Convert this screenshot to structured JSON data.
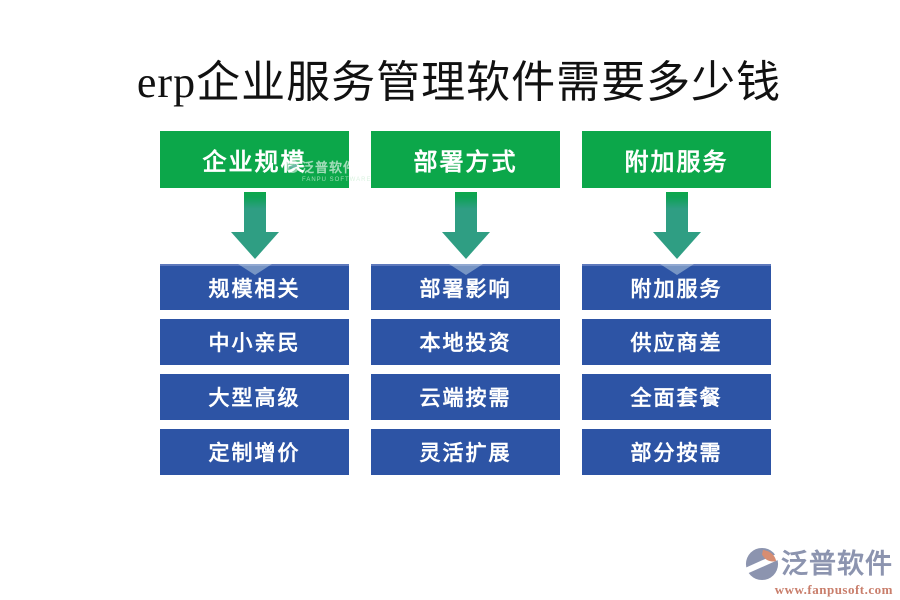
{
  "title": "erp企业服务管理软件需要多少钱",
  "columns": [
    {
      "header": "企业规模",
      "items": [
        "规模相关",
        "中小亲民",
        "大型高级",
        "定制增价"
      ]
    },
    {
      "header": "部署方式",
      "items": [
        "部署影响",
        "本地投资",
        "云端按需",
        "灵活扩展"
      ]
    },
    {
      "header": "附加服务",
      "items": [
        "附加服务",
        "供应商差",
        "全面套餐",
        "部分按需"
      ]
    }
  ],
  "watermark": {
    "text": "泛普软件",
    "subtext": "FANPU SOFTWARE"
  },
  "footer_logo": {
    "name": "泛普软件",
    "url": "www.fanpusoft.com"
  },
  "colors": {
    "header_green": "#0CA74A",
    "arrow_teal": "#2F9E83",
    "item_blue": "#2D54A5",
    "logo_gray": "#8C94AF",
    "logo_red": "#C97E6B"
  }
}
